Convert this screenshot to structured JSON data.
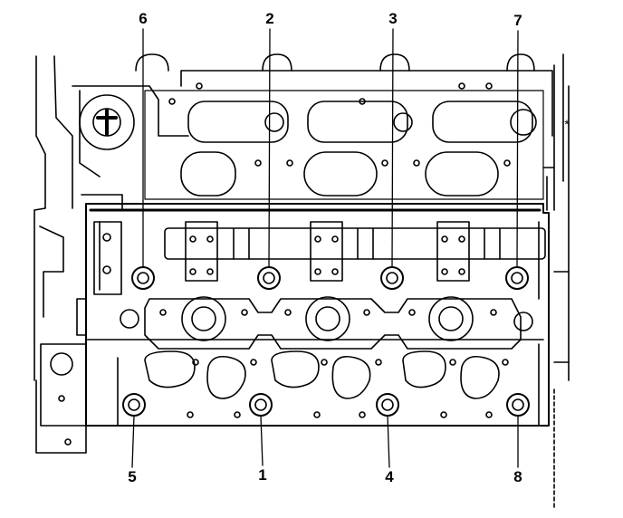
{
  "figure": {
    "star_mark": "*",
    "callouts": [
      {
        "id": "c6",
        "label": "6"
      },
      {
        "id": "c2",
        "label": "2"
      },
      {
        "id": "c3",
        "label": "3"
      },
      {
        "id": "c7",
        "label": "7"
      },
      {
        "id": "c5",
        "label": "5"
      },
      {
        "id": "c1",
        "label": "1"
      },
      {
        "id": "c4",
        "label": "4"
      },
      {
        "id": "c8",
        "label": "8"
      }
    ]
  }
}
